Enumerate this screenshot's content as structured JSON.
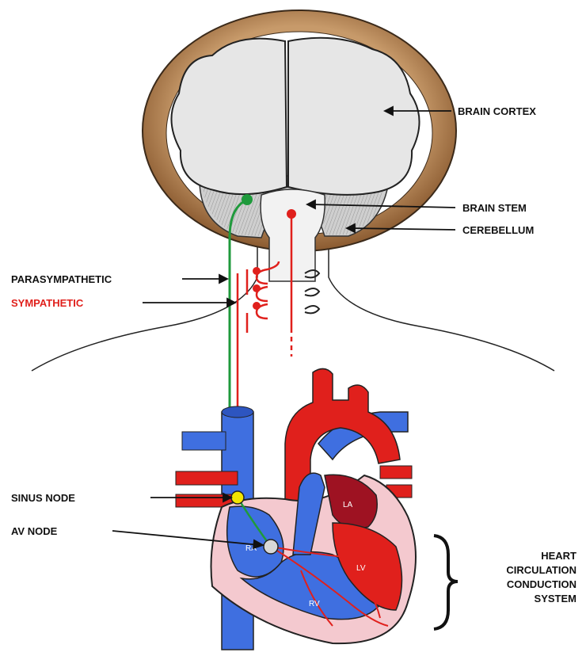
{
  "labels": {
    "brain_cortex": "BRAIN CORTEX",
    "brain_stem": "BRAIN STEM",
    "cerebellum": "CEREBELLUM",
    "parasympathetic": "PARASYMPATHETIC",
    "sympathetic": "SYMPATHETIC",
    "sinus_node": "SINUS NODE",
    "av_node": "AV NODE",
    "heart_group": [
      "HEART",
      "CIRCULATION",
      "CONDUCTION",
      "SYSTEM"
    ]
  },
  "chambers": {
    "la": "LA",
    "lv": "LV",
    "ra": "RA",
    "rv": "RV"
  },
  "colors": {
    "skull": "#9a6b3f",
    "brain": "#e6e6e6",
    "parasympathetic": "#1f9a3c",
    "sympathetic": "#e0201c",
    "vein": "#3f6fe0",
    "artery": "#e0201c",
    "sinus_node": "#f2e600"
  }
}
